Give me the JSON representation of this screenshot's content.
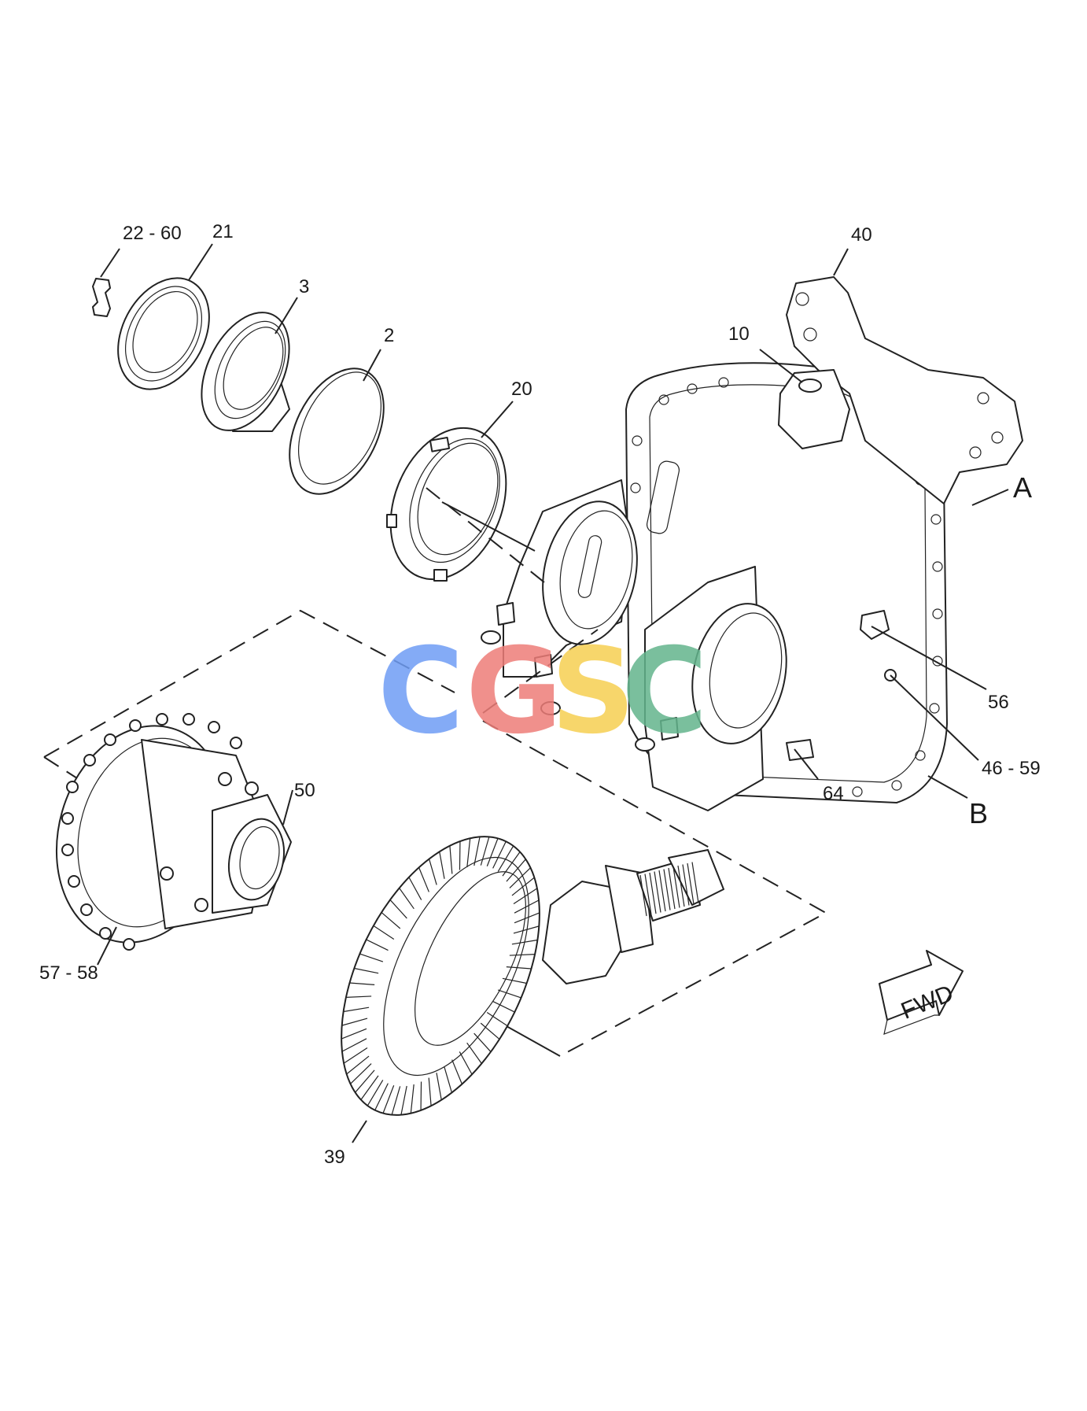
{
  "callouts": {
    "c22_60": "22 - 60",
    "c21": "21",
    "c3": "3",
    "c2": "2",
    "c20": "20",
    "c40": "40",
    "c10": "10",
    "c56": "56",
    "c46_59": "46 - 59",
    "c64": "64",
    "c50": "50",
    "c57_58": "57 - 58",
    "c39": "39"
  },
  "view_labels": {
    "a": "A",
    "b": "B"
  },
  "fwd_arrow": {
    "label": "FWD"
  },
  "watermark": {
    "letters": [
      "C",
      "G",
      "S",
      "C"
    ],
    "colors": [
      "#6f9df5",
      "#ee7d78",
      "#f6cf52",
      "#63b58d"
    ]
  }
}
